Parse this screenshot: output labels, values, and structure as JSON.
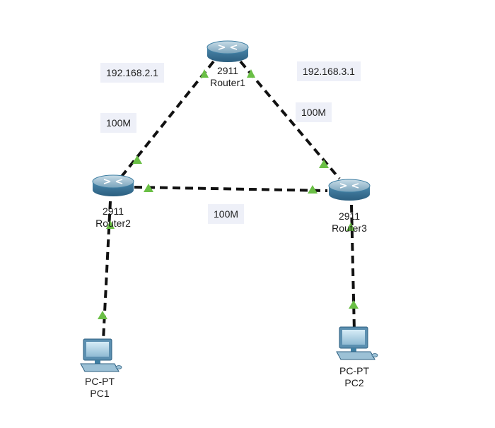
{
  "devices": {
    "router1": {
      "model": "2911",
      "name": "Router1"
    },
    "router2": {
      "model": "2911",
      "name": "Router2"
    },
    "router3": {
      "model": "2911",
      "name": "Router3"
    },
    "pc1": {
      "model": "PC-PT",
      "name": "PC1"
    },
    "pc2": {
      "model": "PC-PT",
      "name": "PC2"
    }
  },
  "notes": {
    "router1_router2_ip": "192.168.2.1",
    "router1_router3_ip": "192.168.3.1",
    "link_r1_r2": "100M",
    "link_r1_r3": "100M",
    "link_r2_r3": "100M"
  },
  "colors": {
    "link": "#111111",
    "link_up_indicator": "#6abf45",
    "router_body": "#3f7fa3",
    "note_background": "#eef0f8"
  }
}
